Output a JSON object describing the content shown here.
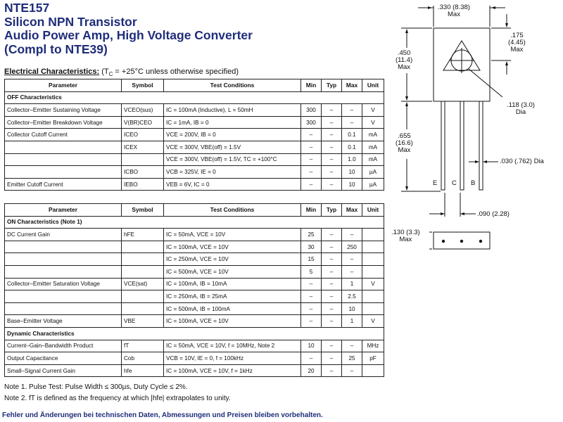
{
  "header": {
    "part_number": "NTE157",
    "subtitle": "Silicon NPN Transistor",
    "application": "Audio Power Amp, High Voltage Converter",
    "complement": "(Compl to NTE39)"
  },
  "electrical": {
    "heading": "Electrical Characteristics:",
    "cond_pre": "(T",
    "cond_sub": "C",
    "cond_post": " = +25°C unless otherwise specified)"
  },
  "columns": {
    "parameter": "Parameter",
    "symbol": "Symbol",
    "conditions": "Test Conditions",
    "min": "Min",
    "typ": "Typ",
    "max": "Max",
    "unit": "Unit"
  },
  "table1": {
    "section": "OFF Characteristics",
    "rows": [
      {
        "param": "Collector–Emitter Sustaining Voltage",
        "symbol": "VCEO(sus)",
        "cond": "IC = 100mA (Inductive), L = 50mH",
        "min": "300",
        "typ": "–",
        "max": "–",
        "unit": "V"
      },
      {
        "param": "Collector–Emitter Breakdown Voltage",
        "symbol": "V(BR)CEO",
        "cond": "IC = 1mA, IB = 0",
        "min": "300",
        "typ": "–",
        "max": "–",
        "unit": "V"
      },
      {
        "param": "Collector Cutoff Current",
        "symbol": "ICEO",
        "cond": "VCE = 200V, IB = 0",
        "min": "–",
        "typ": "–",
        "max": "0.1",
        "unit": "mA"
      },
      {
        "param": "",
        "symbol": "ICEX",
        "cond": "VCE = 300V, VBE(off) = 1.5V",
        "min": "–",
        "typ": "–",
        "max": "0.1",
        "unit": "mA"
      },
      {
        "param": "",
        "symbol": "",
        "cond": "VCE = 300V, VBE(off) = 1.5V, TC = +100°C",
        "min": "–",
        "typ": "–",
        "max": "1.0",
        "unit": "mA"
      },
      {
        "param": "",
        "symbol": "ICBO",
        "cond": "VCB = 325V, IE = 0",
        "min": "–",
        "typ": "–",
        "max": "10",
        "unit": "µA"
      },
      {
        "param": "Emitter Cutoff Current",
        "symbol": "IEBO",
        "cond": "VEB = 6V, IC = 0",
        "min": "–",
        "typ": "–",
        "max": "10",
        "unit": "µA"
      }
    ]
  },
  "table2": {
    "section_on": "ON Characteristics  (Note 1)",
    "rows_on": [
      {
        "param": "DC Current Gain",
        "symbol": "hFE",
        "cond": "IC = 50mA, VCE = 10V",
        "min": "25",
        "typ": "–",
        "max": "–",
        "unit": ""
      },
      {
        "param": "",
        "symbol": "",
        "cond": "IC = 100mA, VCE = 10V",
        "min": "30",
        "typ": "–",
        "max": "250",
        "unit": ""
      },
      {
        "param": "",
        "symbol": "",
        "cond": "IC = 250mA, VCE = 10V",
        "min": "15",
        "typ": "–",
        "max": "–",
        "unit": ""
      },
      {
        "param": "",
        "symbol": "",
        "cond": "IC = 500mA, VCE = 10V",
        "min": "5",
        "typ": "–",
        "max": "–",
        "unit": ""
      },
      {
        "param": "Collector–Emitter Saturation Voltage",
        "symbol": "VCE(sat)",
        "cond": "IC = 100mA, IB = 10mA",
        "min": "–",
        "typ": "–",
        "max": "1",
        "unit": "V"
      },
      {
        "param": "",
        "symbol": "",
        "cond": "IC = 250mA, IB = 25mA",
        "min": "–",
        "typ": "–",
        "max": "2.5",
        "unit": ""
      },
      {
        "param": "",
        "symbol": "",
        "cond": "IC = 500mA, IB = 100mA",
        "min": "–",
        "typ": "–",
        "max": "10",
        "unit": ""
      },
      {
        "param": "Base–Emitter Voltage",
        "symbol": "VBE",
        "cond": "IC = 100mA, VCE = 10V",
        "min": "–",
        "typ": "–",
        "max": "1",
        "unit": "V"
      }
    ],
    "section_dyn": "Dynamic Characteristics",
    "rows_dyn": [
      {
        "param": "Current–Gain–Bandwidth Product",
        "symbol": "fT",
        "cond": "IC = 50mA, VCE = 10V, f = 10MHz, Note 2",
        "min": "10",
        "typ": "–",
        "max": "–",
        "unit": "MHz"
      },
      {
        "param": "Output Capacitance",
        "symbol": "Cob",
        "cond": "VCB = 10V, IE = 0, f = 100kHz",
        "min": "–",
        "typ": "–",
        "max": "25",
        "unit": "pF"
      },
      {
        "param": "Small–Signal Current Gain",
        "symbol": "hfe",
        "cond": "IC = 100mA, VCE = 10V, f = 1kHz",
        "min": "20",
        "typ": "–",
        "max": "–",
        "unit": ""
      }
    ]
  },
  "notes": {
    "note1": "Note  1. Pulse Test:  Pulse Width ≤ 300µs, Duty Cycle ≤ 2%.",
    "note2": "Note  2. fT is defined as the frequency at which |hfe| extrapolates to unity."
  },
  "footer": "Fehler und Änderungen bei technischen Daten, Abmessungen und Preisen bleiben vorbehalten.",
  "package": {
    "width_dim": ".330 (8.38)",
    "width_max": "Max",
    "tab_dim": ".175",
    "tab_dim_mm": "(4.45)",
    "tab_max": "Max",
    "height_dim": ".450",
    "height_dim_mm": "(11.4)",
    "height_max": "Max",
    "hole_dim": ".118 (3.0)",
    "hole_dia": "Dia",
    "lead_len": ".655",
    "lead_len_mm": "(16.6)",
    "lead_max": "Max",
    "lead_width": ".030 (.762) Dia",
    "pitch": ".090 (2.28)",
    "thick": ".130 (3.3)",
    "thick_max": "Max",
    "lead_e": "E",
    "lead_c": "C",
    "lead_b": "B"
  }
}
